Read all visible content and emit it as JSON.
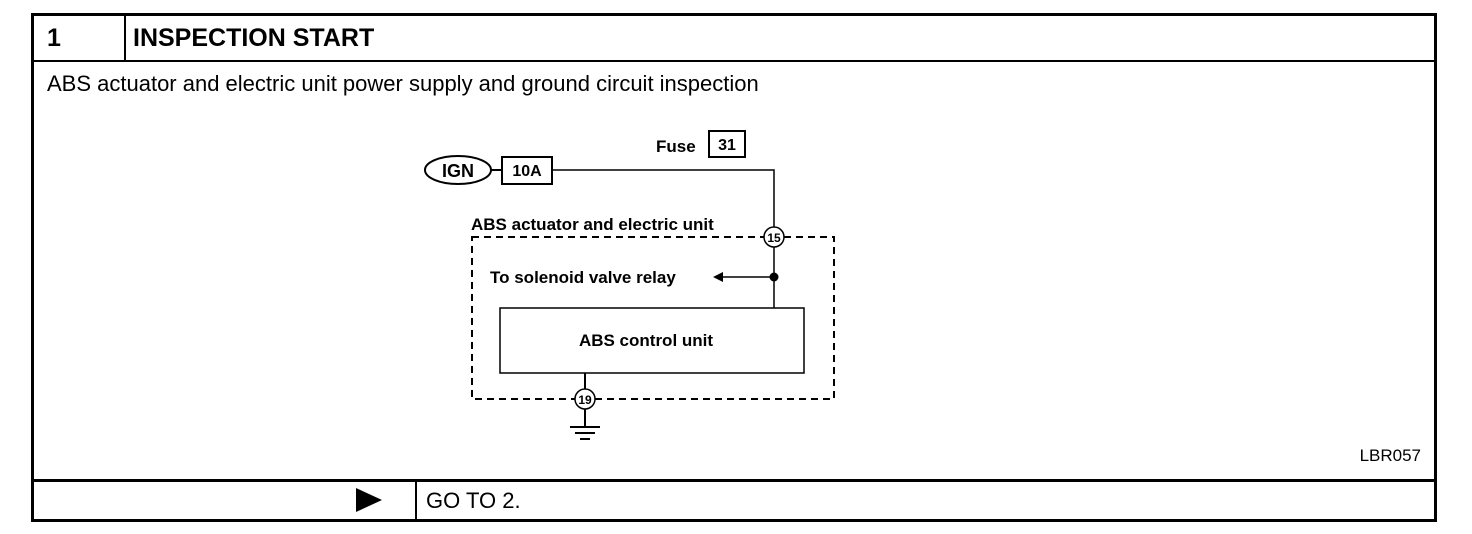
{
  "step": {
    "number": "1",
    "title": "INSPECTION START"
  },
  "description": "ABS actuator and electric unit power supply and ground circuit inspection",
  "diagram": {
    "ign_label": "IGN",
    "fuse_rating": "10A",
    "fuse_label": "Fuse",
    "fuse_number": "31",
    "unit_label": "ABS actuator and electric unit",
    "terminal_power": "15",
    "relay_label": "To solenoid valve relay",
    "control_unit_label": "ABS control unit",
    "terminal_ground": "19",
    "figure_id": "LBR057"
  },
  "footer": {
    "next_step": "GO TO 2."
  }
}
